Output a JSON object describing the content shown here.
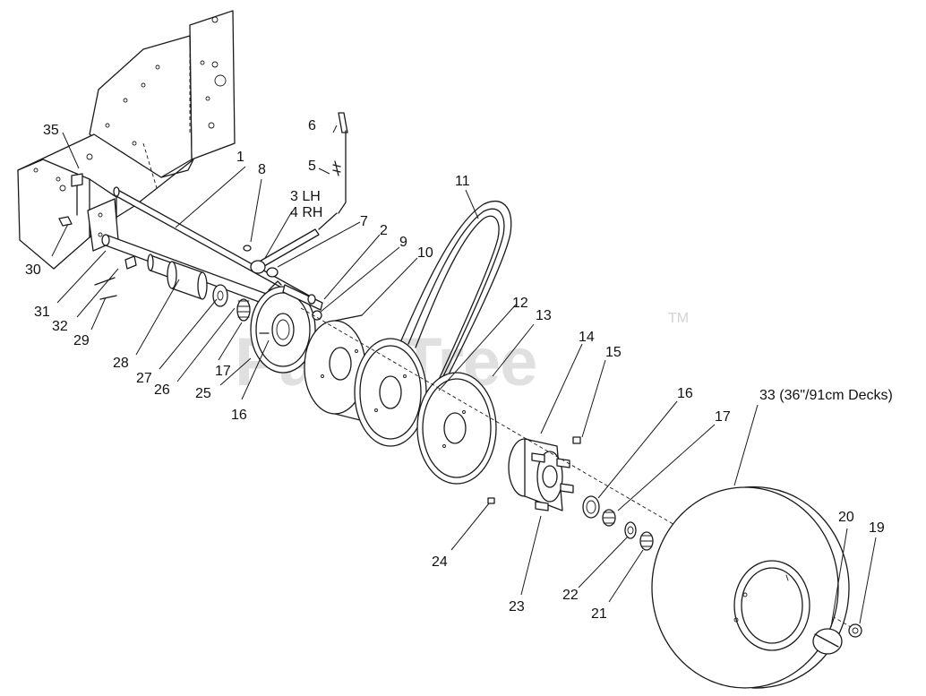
{
  "watermark": {
    "text": "PartsTree",
    "trademark": "TM"
  },
  "callouts": {
    "c1": "1",
    "c2": "2",
    "c3": "3 LH",
    "c4": "4 RH",
    "c5": "5",
    "c6": "6",
    "c7": "7",
    "c8": "8",
    "c9": "9",
    "c10": "10",
    "c11": "11",
    "c12": "12",
    "c13": "13",
    "c14": "14",
    "c15": "15",
    "c16a": "16",
    "c16b": "16",
    "c17a": "17",
    "c17b": "17",
    "c19": "19",
    "c20": "20",
    "c21": "21",
    "c22": "22",
    "c23": "23",
    "c24": "24",
    "c25": "25",
    "c26": "26",
    "c27": "27",
    "c28": "28",
    "c29": "29",
    "c30": "30",
    "c31": "31",
    "c32": "32",
    "c33": "33 (36\"/91cm Decks)",
    "c35": "35"
  }
}
